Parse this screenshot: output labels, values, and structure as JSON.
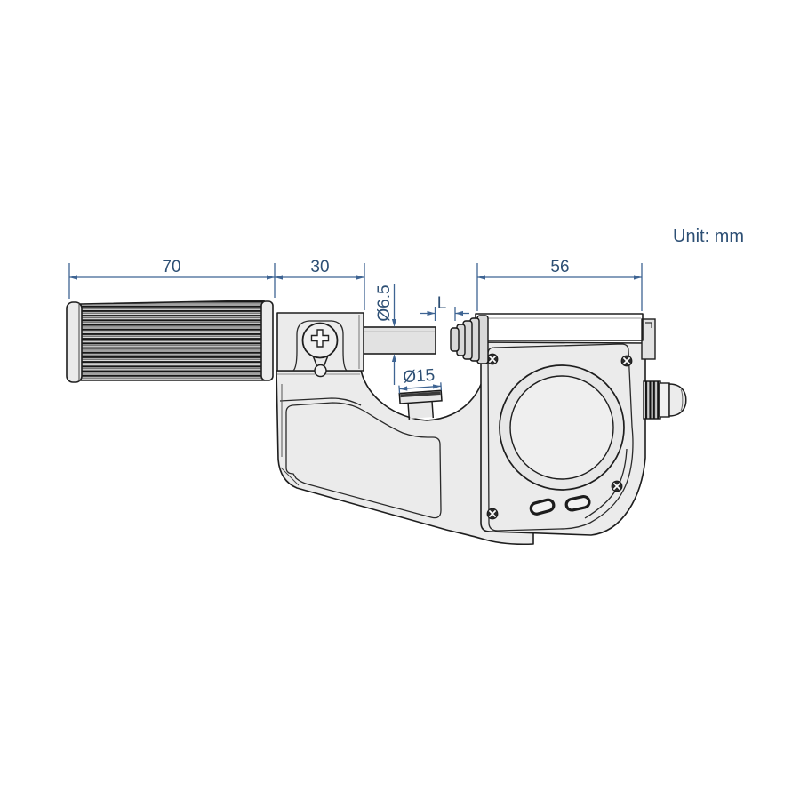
{
  "subject": "digital-outside-micrometer-dimension-drawing",
  "unit_note": {
    "label": "Unit: mm"
  },
  "dimensions": {
    "handle_length": {
      "label": "70"
    },
    "barrel_length": {
      "label": "30"
    },
    "body_width": {
      "label": "56"
    },
    "spindle_diameter": {
      "label": "Ø6.5"
    },
    "measuring_gap": {
      "label": "L"
    },
    "anvil_diameter": {
      "label": "Ø15"
    }
  },
  "colors": {
    "background": "#ffffff",
    "dimension_line": "#3e6493",
    "dimension_text": "#2d4f74",
    "part_outline": "#1e1e1e",
    "part_fill": "#ebebeb",
    "knurl_dark": "#161616"
  }
}
